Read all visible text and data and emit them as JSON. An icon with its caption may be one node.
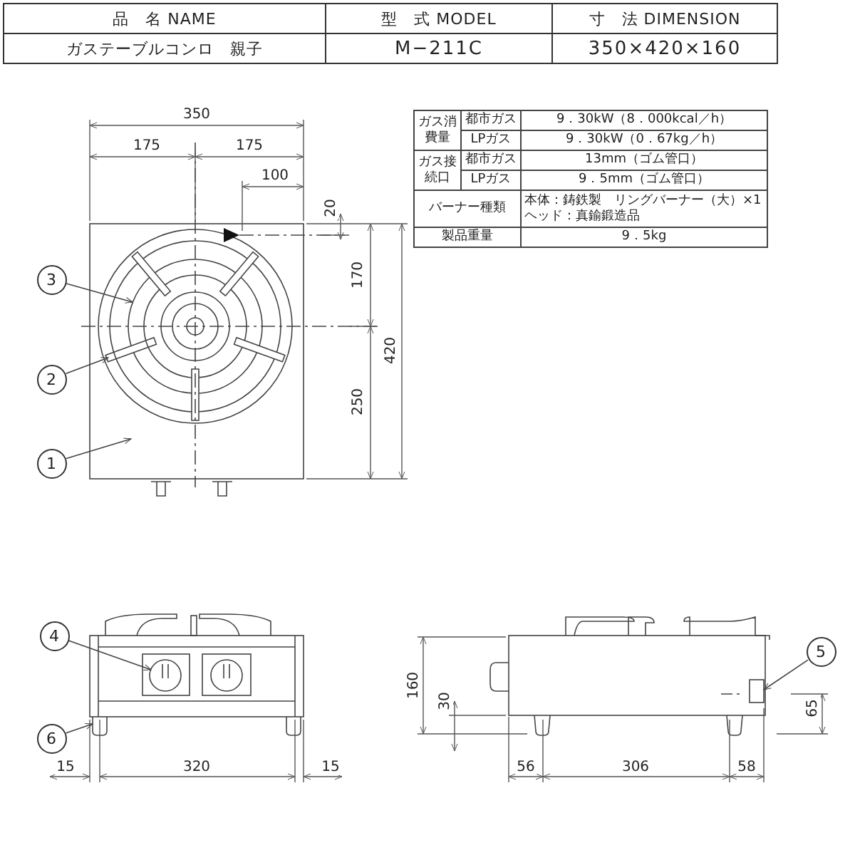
{
  "diagram": {
    "nodes": [
      {
        "text": [
          "3"
        ]
      },
      {
        "text": [
          "2"
        ]
      },
      {
        "text": [
          "1"
        ]
      },
      {
        "text": [
          "4"
        ]
      },
      {
        "text": [
          "5"
        ]
      },
      {
        "text": [
          "6"
        ]
      },
      {
        "text": [],
        "shape": "box"
      },
      {
        "text": [],
        "shape": "circle",
        "in": 6
      },
      {
        "text": [],
        "shape": "bar",
        "in": 6
      },
      {
        "text": [],
        "shape": "circle"
      },
      {
        "text": [],
        "shape": "box"
      },
      {
        "text": [],
        "shape": "bar"
      }
    ],
    "edges": [
      {
        "from": 0,
        "to": 7,
        "arrow": "to"
      },
      {
        "from": 1,
        "to": 8,
        "arrow": "to"
      },
      {
        "from": 2,
        "to": 6,
        "arrow": "to"
      },
      {
        "from": 3,
        "to": 9,
        "arrow": "to"
      },
      {
        "from": 4,
        "to": 10,
        "arrow": "to"
      },
      {
        "from": 5,
        "to": 11,
        "arrow": "to"
      }
    ],
    "labels": [
      "品　名 NAME",
      "型　式 MODEL",
      "寸　法 DIMENSION",
      "ガステーブルコンロ　親子",
      "M−211C",
      "350×420×160",
      "ガス消費量",
      "都市ガス",
      "9．30kW（8．000kcal／h）",
      "LPガス",
      "9．30kW（0．67kg／h）",
      "ガス接続口",
      "都市ガス",
      "13mm（ゴム管口）",
      "LPガス",
      "9．5mm（ゴム管口）",
      "バーナー種類",
      "本体：鋳鉄製　リングバーナー（大）×1",
      "ヘッド：真鍮鍛造品",
      "製品重量",
      "9．5kg",
      "350",
      "175",
      "175",
      "100",
      "20",
      "170",
      "420",
      "250",
      "160",
      "30",
      "65",
      "15",
      "320",
      "15",
      "56",
      "306",
      "58"
    ]
  }
}
